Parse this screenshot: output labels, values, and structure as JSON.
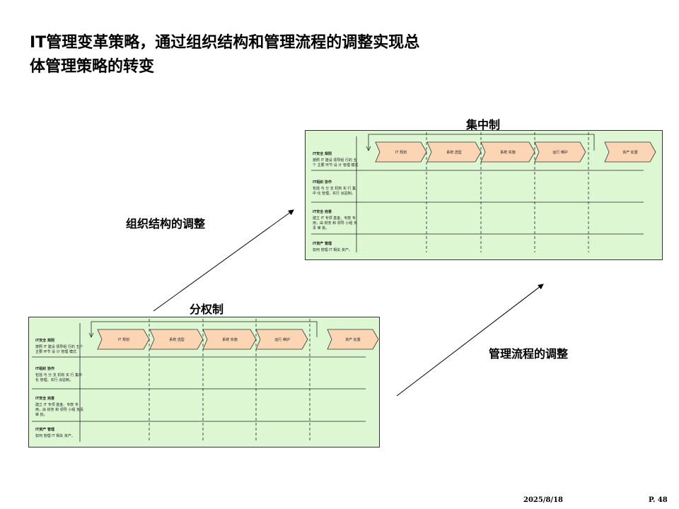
{
  "title": {
    "line1": "IT管理变革策略，通过组织结构和管理流程的调整实现总",
    "line2": "体管理策略的转变"
  },
  "labels": {
    "centralized": "集中制",
    "decentralized": "分权制",
    "org_adjust": "组织结构的调整",
    "process_adjust": "管理流程的调整"
  },
  "process_steps": [
    "IT 规划",
    "系统 选型",
    "系统 实施",
    "运行 维护",
    "资产 处置"
  ],
  "lanes": [
    {
      "title": "IT安全 规则",
      "desc": "按照 IT 建设 领导组 行的 五个 主要 环节 设 计 管理 模式"
    },
    {
      "title": "IT组织 协作",
      "desc": "包括 与 分 支 机构 实 行 集中 化 管理，实行 派驻制。"
    },
    {
      "title": "IT安全 完善",
      "desc": "建立 IT 专项 基金、专款 专 用，由 财务 和 领导 小组 负责 审 批。"
    },
    {
      "title": "IT资产 管理",
      "desc": "如何 管理 IT 相关 资产。"
    }
  ],
  "colors": {
    "panel_bg": "#ddf7d2",
    "step_fill": "#fcd5b4",
    "step_border": "#333333"
  },
  "footer": {
    "date": "2025/8/18",
    "page": "P. 48"
  }
}
